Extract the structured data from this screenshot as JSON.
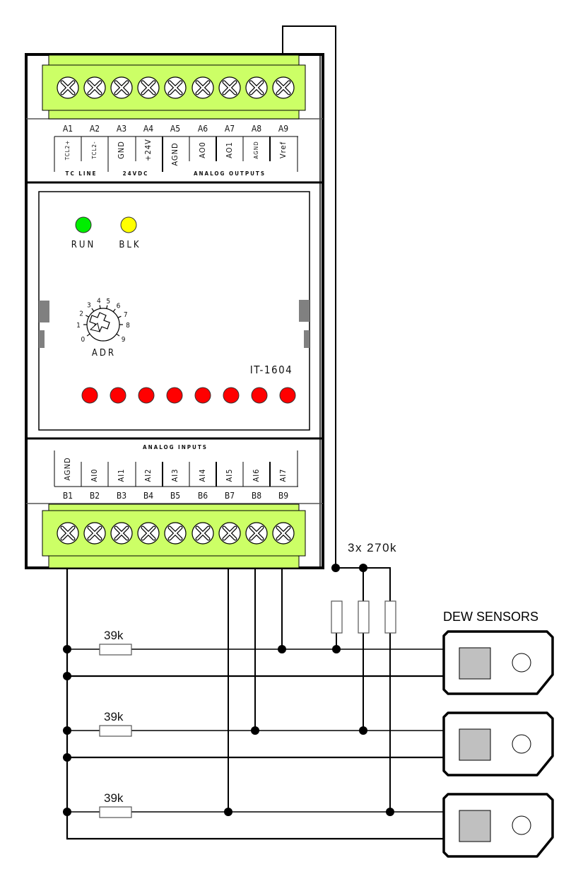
{
  "module": {
    "model": "IT-1604",
    "top_terminals": {
      "numbers": [
        "A1",
        "A2",
        "A3",
        "A4",
        "A5",
        "A6",
        "A7",
        "A8",
        "A9"
      ],
      "signals": [
        "TCL2+",
        "TCL2-",
        "GND",
        "+24V",
        "AGND",
        "AO0",
        "AO1",
        "AGND",
        "Vref"
      ],
      "groups": [
        "TC LINE",
        "24VDC",
        "ANALOG OUTPUTS"
      ]
    },
    "bottom_terminals": {
      "group": "ANALOG INPUTS",
      "signals": [
        "AGND",
        "AI0",
        "AI1",
        "AI2",
        "AI3",
        "AI4",
        "AI5",
        "AI6",
        "AI7"
      ],
      "numbers": [
        "B1",
        "B2",
        "B3",
        "B4",
        "B5",
        "B6",
        "B7",
        "B8",
        "B9"
      ]
    },
    "leds": {
      "run_label": "RUN",
      "blk_label": "BLK",
      "run_color": "#00ee00",
      "blk_color": "#ffff00",
      "channel_color": "#ff0000",
      "channel_count": 8
    },
    "address_switch": {
      "label": "ADR",
      "digits": [
        "0",
        "1",
        "2",
        "3",
        "4",
        "5",
        "6",
        "7",
        "8",
        "9"
      ]
    }
  },
  "colors": {
    "terminal_block": "#ccff66",
    "sensor_pad": "#c0c0c0",
    "din_clip": "#808080"
  },
  "circuit": {
    "pullup_label": "3x 270k",
    "series_resistor_label": "39k",
    "sensors_title": "DEW SENSORS",
    "sensor_count": 3
  }
}
